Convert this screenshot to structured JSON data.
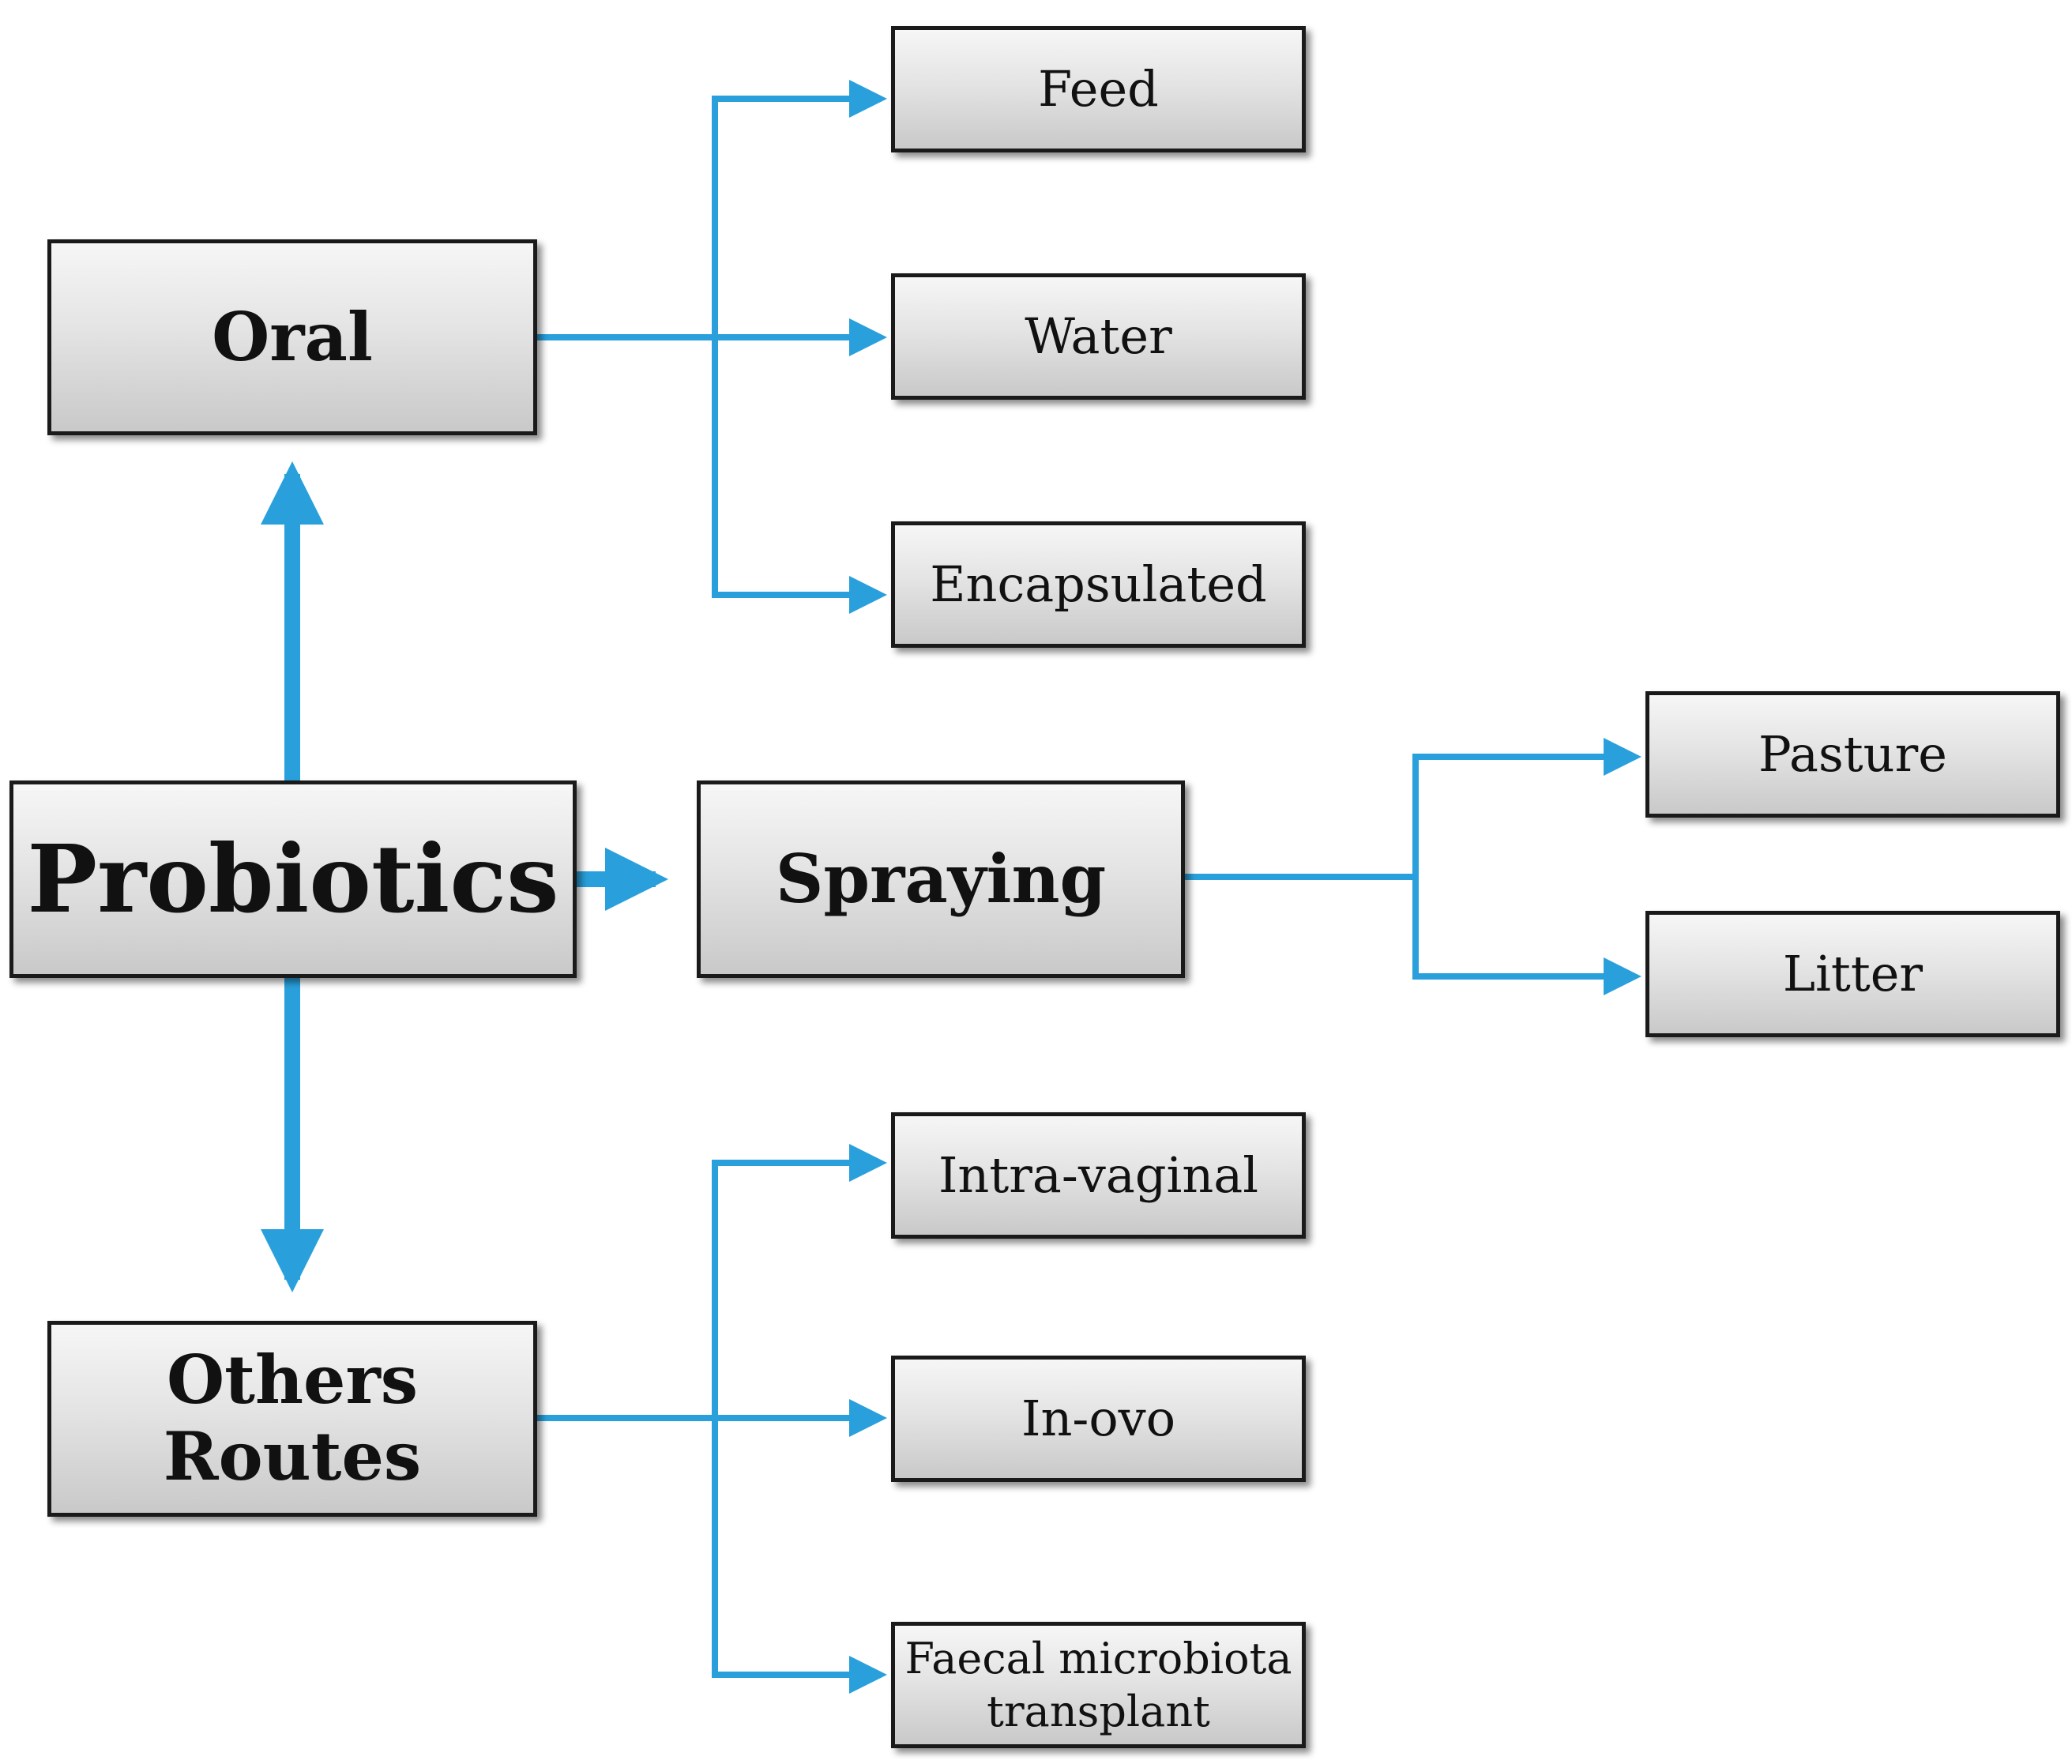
{
  "colors": {
    "connector": "#29a0dc",
    "box_border": "#1a1a1a",
    "box_fill_top": "#f6f6f6",
    "box_fill_bottom": "#c9c9c9"
  },
  "nodes": {
    "probiotics": "Probiotics",
    "oral": "Oral",
    "spraying": "Spraying",
    "others_routes": "Others\nRoutes",
    "feed": "Feed",
    "water": "Water",
    "encapsulated": "Encapsulated",
    "pasture": "Pasture",
    "litter": "Litter",
    "intra_vaginal": "Intra-vaginal",
    "in_ovo": "In-ovo",
    "faecal": "Faecal microbiota\ntransplant"
  },
  "edges": [
    {
      "from": "probiotics",
      "to": "oral"
    },
    {
      "from": "probiotics",
      "to": "spraying"
    },
    {
      "from": "probiotics",
      "to": "others_routes"
    },
    {
      "from": "oral",
      "to": "feed"
    },
    {
      "from": "oral",
      "to": "water"
    },
    {
      "from": "oral",
      "to": "encapsulated"
    },
    {
      "from": "spraying",
      "to": "pasture"
    },
    {
      "from": "spraying",
      "to": "litter"
    },
    {
      "from": "others_routes",
      "to": "intra_vaginal"
    },
    {
      "from": "others_routes",
      "to": "in_ovo"
    },
    {
      "from": "others_routes",
      "to": "faecal"
    }
  ]
}
